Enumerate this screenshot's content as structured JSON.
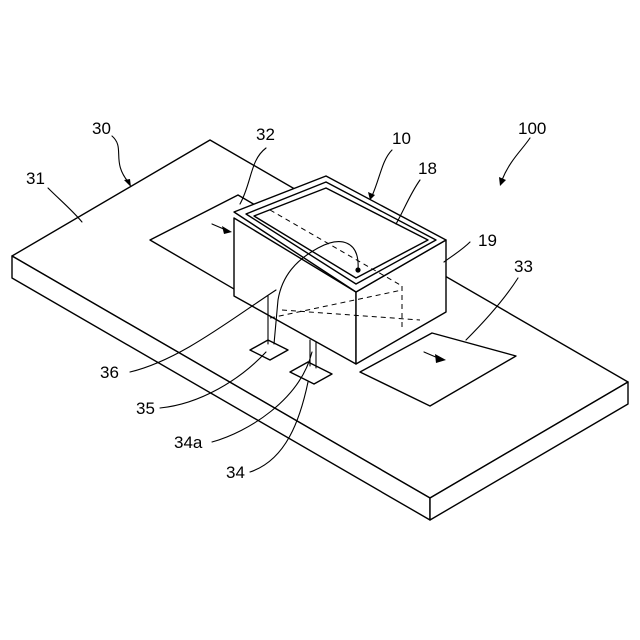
{
  "diagram": {
    "labels": {
      "assembly": "100",
      "substrate": "30",
      "substrate_surface": "31",
      "electrode_left": "32",
      "electrode_right": "33",
      "pad": "34",
      "pad_lead": "34a",
      "pad_small": "35",
      "wire": "36",
      "chip": "10",
      "chip_top": "18",
      "chip_side": "19"
    }
  }
}
